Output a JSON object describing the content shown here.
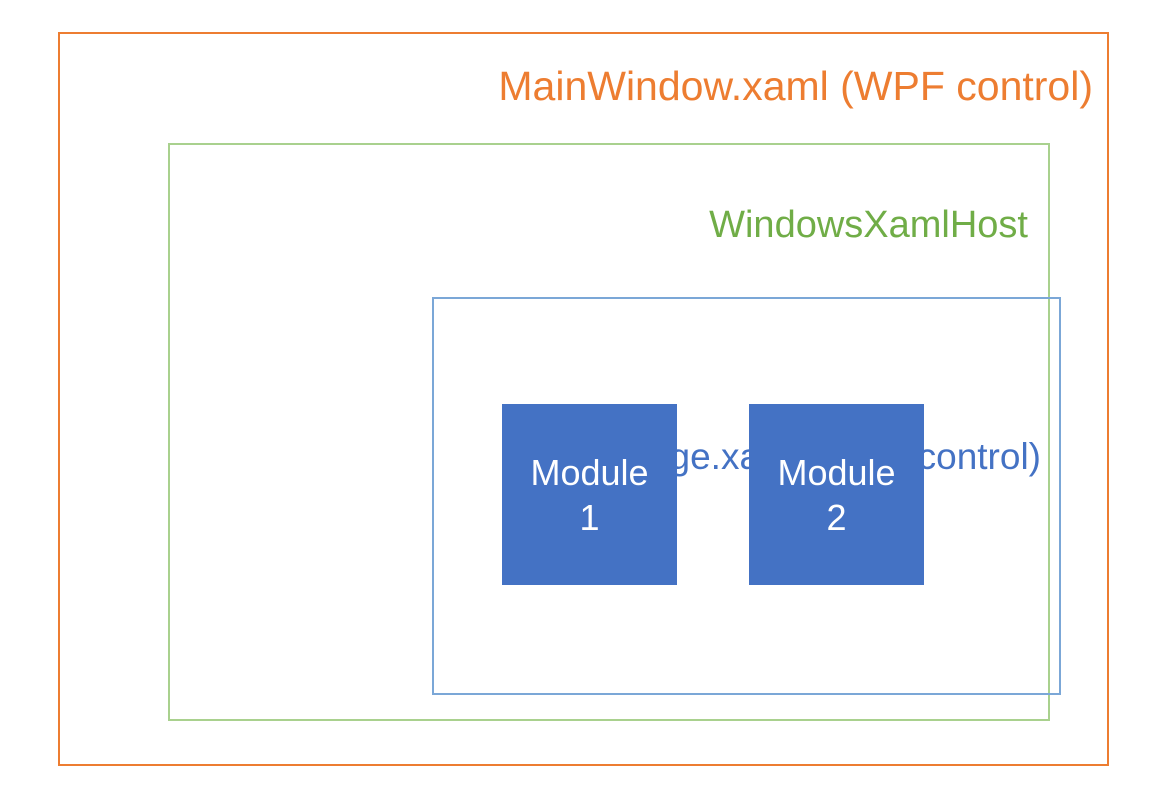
{
  "diagram": {
    "type": "nested-containers",
    "background_color": "#FFFFFF",
    "layers": [
      {
        "id": "mainwindow",
        "label": "MainWindow.xaml (WPF control)",
        "color": "#ED7D31",
        "border_color": "#ED7D31"
      },
      {
        "id": "windowsxamlhost",
        "label": "WindowsXamlHost",
        "color": "#70AD47",
        "border_color": "#A9D18E"
      },
      {
        "id": "shellpage",
        "label": "ShellPage.xaml (UWP control)",
        "color": "#4472C4",
        "border_color": "#7BA7D7"
      }
    ],
    "modules": [
      {
        "id": "module-1",
        "line1": "Module",
        "line2": "1",
        "fill_color": "#4472C4",
        "text_color": "#FFFFFF"
      },
      {
        "id": "module-2",
        "line1": "Module",
        "line2": "2",
        "fill_color": "#4472C4",
        "text_color": "#FFFFFF"
      }
    ]
  }
}
